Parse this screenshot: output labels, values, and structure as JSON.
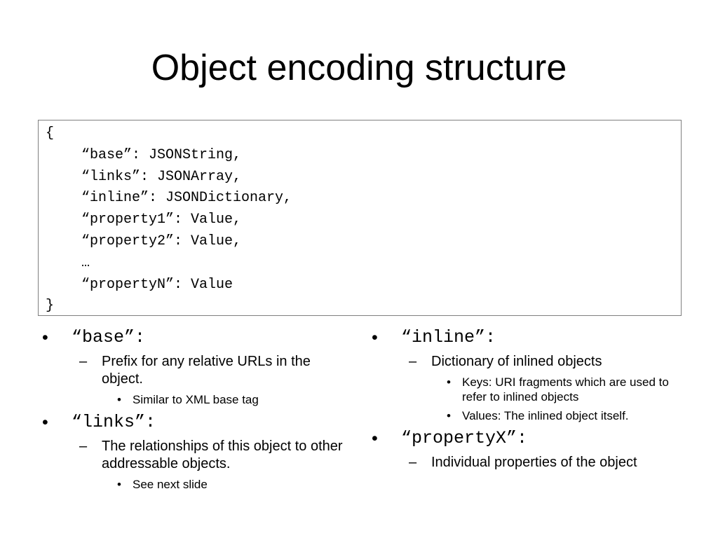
{
  "slide": {
    "title": "Object encoding structure"
  },
  "code": {
    "lines": [
      "{",
      "“base”: JSONString,",
      "“links”: JSONArray,",
      "“inline”: JSONDictionary,",
      "“property1”: Value,",
      "“property2”: Value,",
      "…",
      "“propertyN”: Value",
      "}"
    ]
  },
  "bullets": {
    "base": {
      "key": "“base”:",
      "desc": "Prefix for any relative URLs in the object.",
      "sub": "Similar to XML base tag"
    },
    "links": {
      "key": "“links”:",
      "desc": "The relationships of this object to other addressable objects.",
      "sub": "See next slide"
    },
    "inline": {
      "key": "“inline”:",
      "desc": "Dictionary of inlined objects",
      "sub1": "Keys: URI fragments which are used to refer to inlined objects",
      "sub2": "Values: The inlined object itself."
    },
    "propertyX": {
      "key": "“propertyX”:",
      "desc": "Individual properties of the object"
    }
  },
  "glyphs": {
    "bullet": "•",
    "dash": "–"
  }
}
